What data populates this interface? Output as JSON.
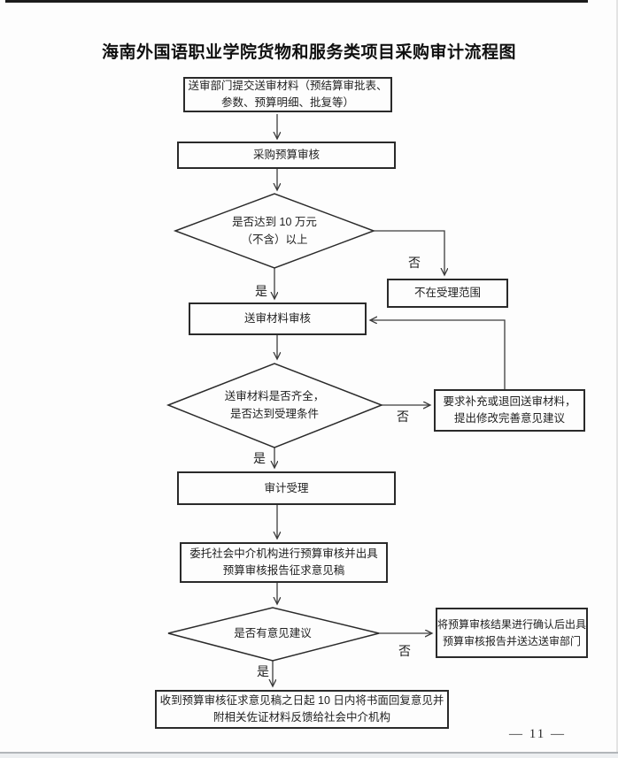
{
  "page": {
    "title": "海南外国语职业学院货物和服务类项目采购审计流程图",
    "page_number": "— 11 —"
  },
  "flowchart": {
    "labels": {
      "yes": "是",
      "no": "否"
    },
    "colors": {
      "line": "#3c3c3c",
      "border": "#2a2a2a",
      "text": "#1e1e1e"
    },
    "nodes": {
      "submit": {
        "lines": [
          "送审部门提交送审材料（预结算审批表、",
          "参数、预算明细、批复等）"
        ]
      },
      "budget_review": {
        "label": "采购预算审核"
      },
      "amount_decision": {
        "lines": [
          "是否达到 10 万元",
          "（不含）以上"
        ]
      },
      "not_accepted": {
        "label": "不在受理范围"
      },
      "material_review": {
        "label": "送审材料审核"
      },
      "complete_decision": {
        "lines": [
          "送审材料是否齐全，",
          "是否达到受理条件"
        ]
      },
      "supplement": {
        "lines": [
          "要求补充或退回送审材料，",
          "提出修改完善意见建议"
        ]
      },
      "audit_accept": {
        "label": "审计受理"
      },
      "delegate": {
        "lines": [
          "委托社会中介机构进行预算审核并出具",
          "预算审核报告征求意见稿"
        ]
      },
      "opinion_decision": {
        "label": "是否有意见建议"
      },
      "confirm_report": {
        "lines": [
          "将预算审核结果进行确认后出具",
          "预算审核报告并送达送审部门"
        ]
      },
      "reply": {
        "lines": [
          "收到预算审核征求意见稿之日起 10 日内将书面回复意见并",
          "附相关佐证材料反馈给社会中介机构"
        ]
      }
    }
  }
}
